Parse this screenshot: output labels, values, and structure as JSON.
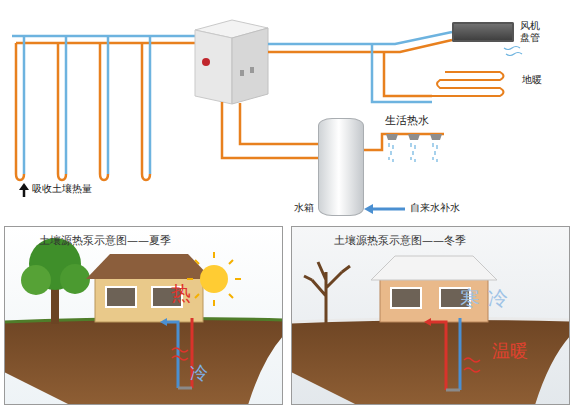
{
  "diagram": {
    "nodes": [
      {
        "text": [
          "风机 盘管"
        ]
      },
      {
        "text": [
          "地暖"
        ]
      },
      {
        "text": [
          "水箱"
        ]
      },
      {
        "text": [
          "土壤源热泵示意图——夏季",
          "热",
          "冷"
        ]
      },
      {
        "text": [
          "土壤源热泵示意图——冬季",
          "寒冷",
          "温暖"
        ]
      }
    ],
    "labels": [
      "生活热水",
      "吸收土壤热量",
      "自来水补水"
    ]
  }
}
